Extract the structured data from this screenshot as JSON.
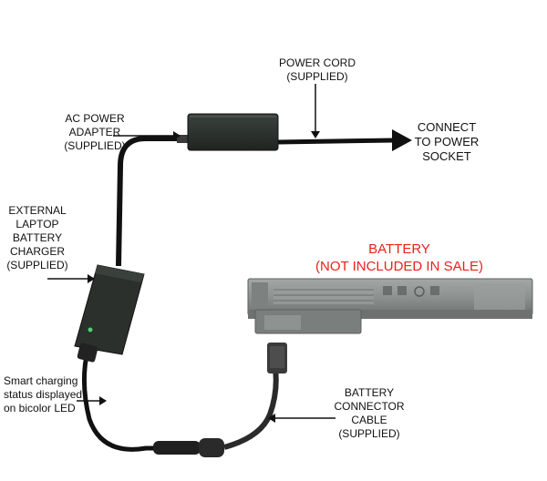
{
  "labels": {
    "power_cord": [
      "POWER CORD",
      "(SUPPLIED)"
    ],
    "ac_adapter": [
      "AC POWER",
      "ADAPTER",
      "(SUPPLIED)"
    ],
    "connect_socket": [
      "CONNECT",
      "TO POWER",
      "SOCKET"
    ],
    "external_charger": [
      "EXTERNAL",
      "LAPTOP",
      "BATTERY",
      "CHARGER",
      "(SUPPLIED)"
    ],
    "battery_title": [
      "BATTERY",
      "(NOT INCLUDED IN SALE)"
    ],
    "smart_charging": [
      "Smart charging",
      "status displayed",
      "on bicolor LED"
    ],
    "connector_cable": [
      "BATTERY",
      "CONNECTOR",
      "CABLE",
      "(SUPPLIED)"
    ]
  },
  "colors": {
    "label_text": "#111111",
    "battery_title": "#e8221b",
    "device_dark": "#2a2f2c",
    "battery_gray": "#8a8e8c",
    "cable": "#111111"
  }
}
